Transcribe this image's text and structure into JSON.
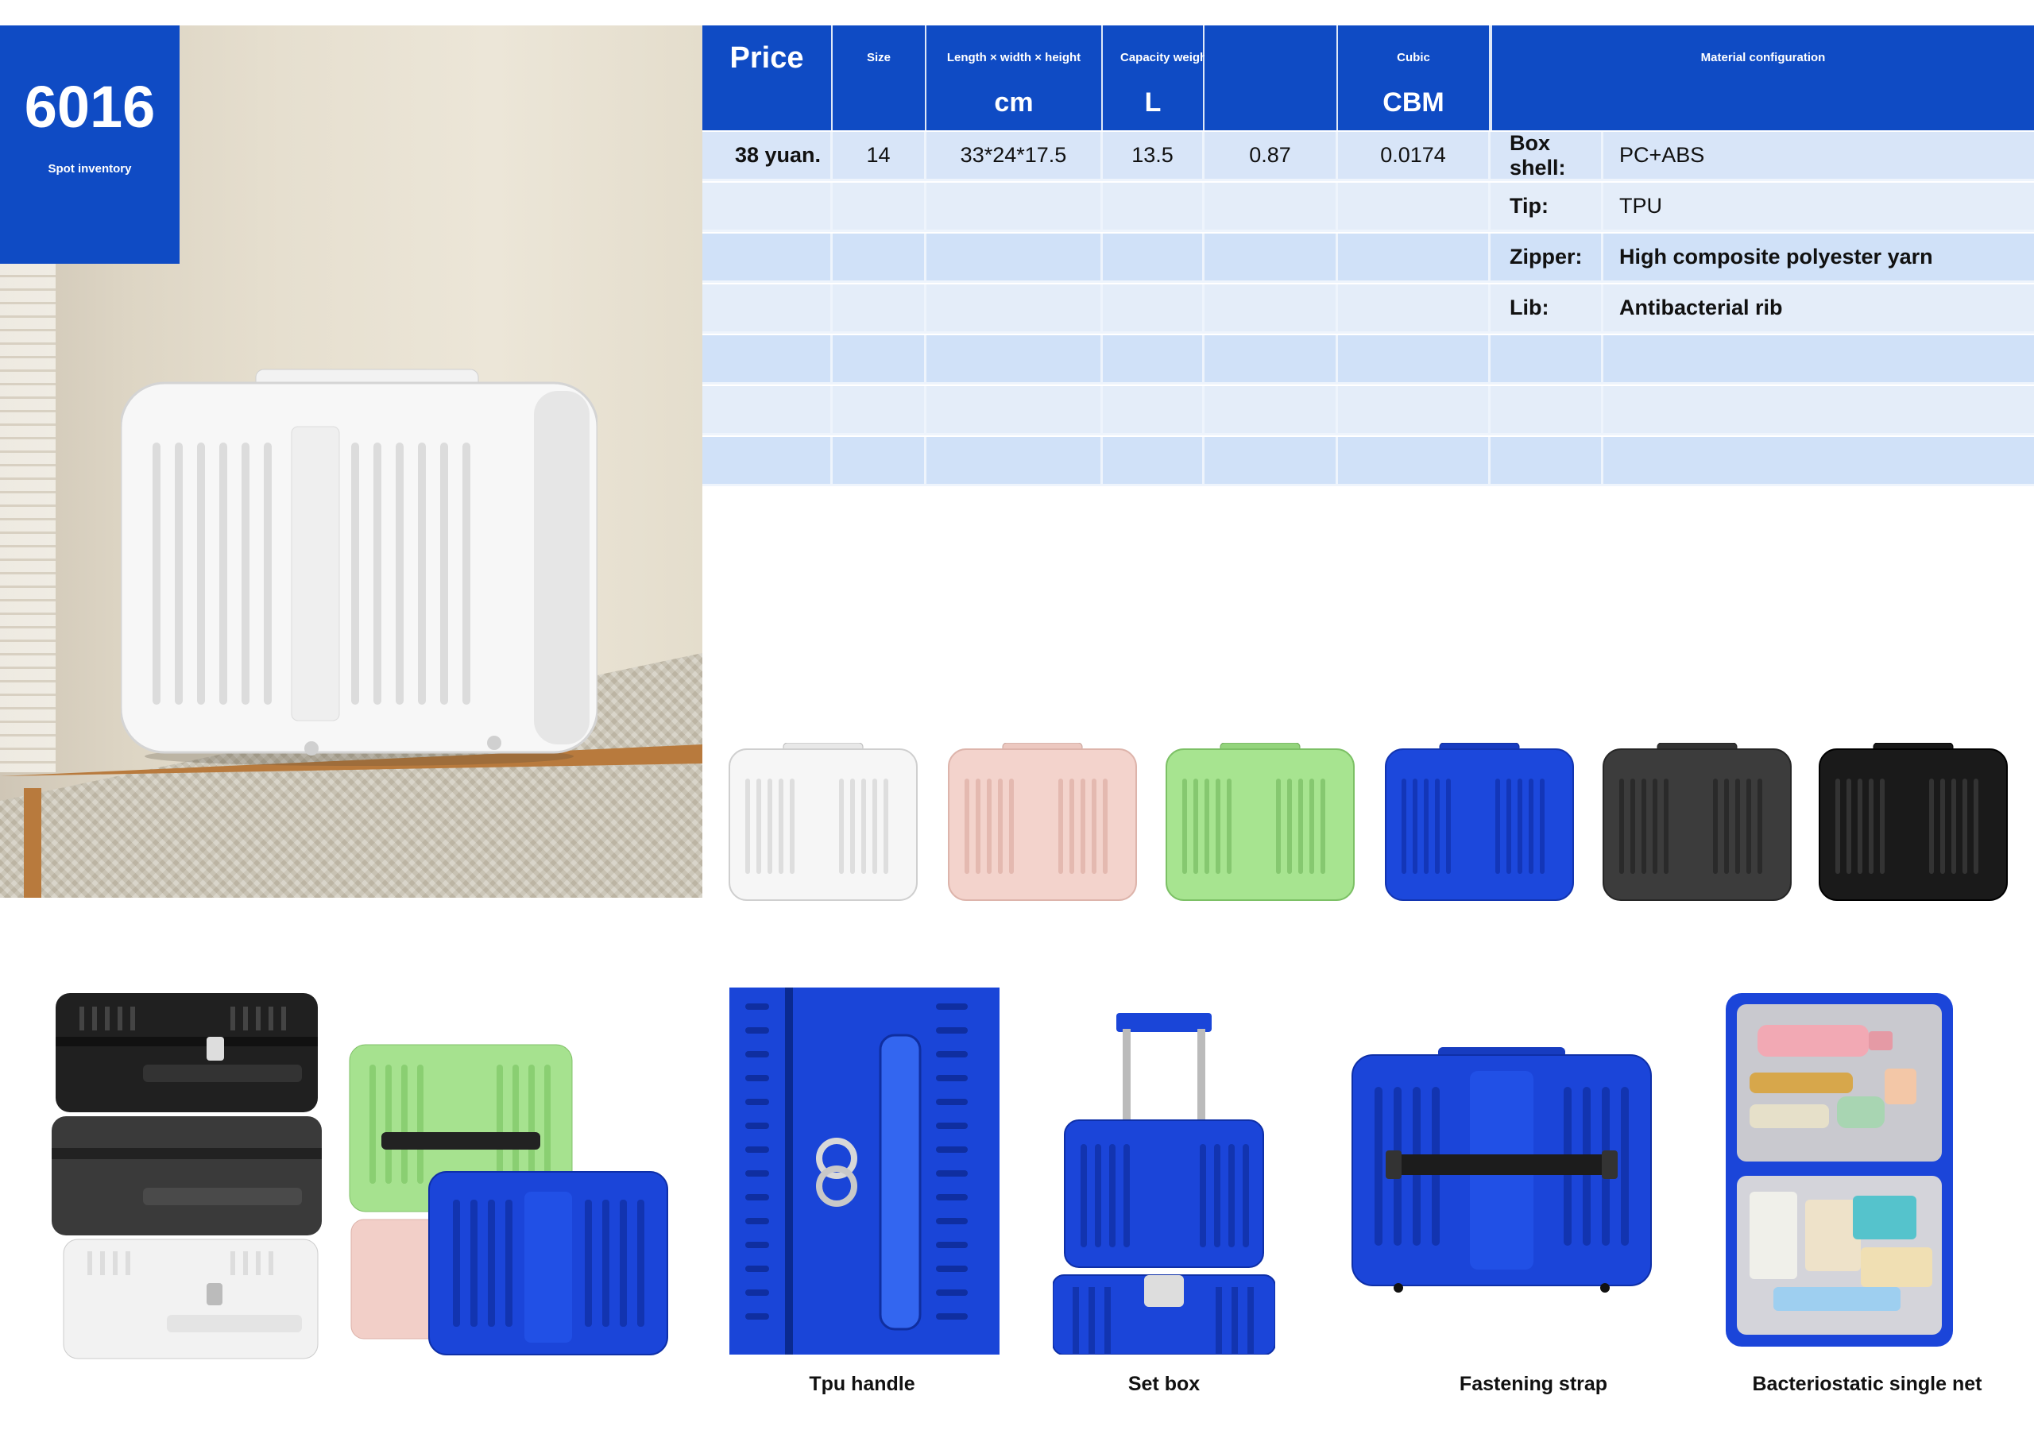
{
  "badge": {
    "model": "6016",
    "subtitle": "Spot inventory"
  },
  "table": {
    "headers": {
      "price": "Price",
      "size": "Size",
      "dims": "Length × width × height",
      "dims_unit": "cm",
      "capacity_weight": "Capacity weight kg",
      "capacity_unit": "L",
      "cubic": "Cubic",
      "cubic_unit": "CBM",
      "material": "Material configuration"
    },
    "row": {
      "price": "38 yuan.",
      "size": "14",
      "dims": "33*24*17.5",
      "capacity": "13.5",
      "weight": "0.87",
      "cubic": "0.0174"
    },
    "materials": [
      {
        "label": "Box shell:",
        "value": "PC+ABS"
      },
      {
        "label": "Tip:",
        "value": "TPU"
      },
      {
        "label": "Zipper:",
        "value": "High composite polyester yarn"
      },
      {
        "label": "Lib:",
        "value": "Antibacterial rib"
      }
    ]
  },
  "colors": {
    "header_blue": "#0f4bc4",
    "row_blue": "#cfe0f8",
    "swatches": [
      "#f4f4f4",
      "#f2cfc8",
      "#a6e28f",
      "#1a45d8",
      "#3a3a3a",
      "#1a1a1a"
    ]
  },
  "features": [
    {
      "caption": "Tpu handle"
    },
    {
      "caption": "Set box"
    },
    {
      "caption": "Fastening strap"
    },
    {
      "caption": "Bacteriostatic single net"
    }
  ]
}
